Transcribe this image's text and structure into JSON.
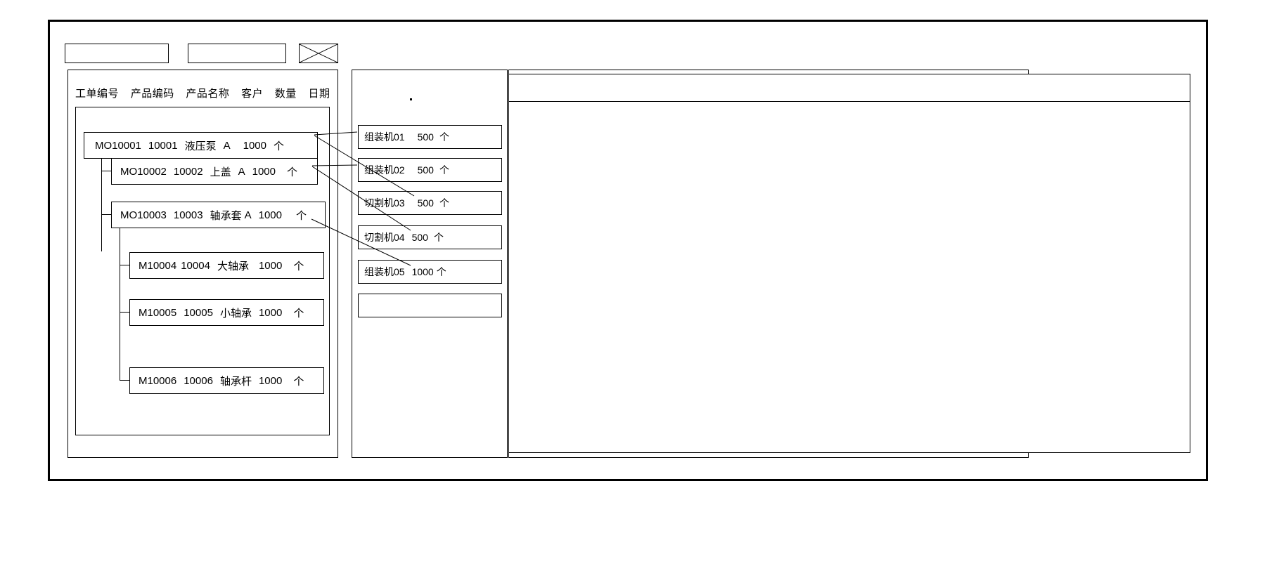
{
  "window": {
    "title": ""
  },
  "toolbar": {
    "boxes": [
      {
        "name": "toolbar-field-1",
        "label": ""
      },
      {
        "name": "toolbar-field-2",
        "label": ""
      }
    ],
    "close_icon": "x-box-icon"
  },
  "left_panel": {
    "column_headers": [
      "工单编号",
      "产品编码",
      "产品名称",
      "客户",
      "数量",
      "日期"
    ],
    "tree": [
      {
        "level": 0,
        "order_no": "MO10001",
        "product_code": "10001",
        "product_name": "液压泵",
        "customer": "A",
        "quantity": "1000",
        "unit": "个"
      },
      {
        "level": 1,
        "order_no": "MO10002",
        "product_code": "10002",
        "product_name": "上盖",
        "customer": "A",
        "quantity": "1000",
        "unit": "个"
      },
      {
        "level": 1,
        "order_no": "MO10003",
        "product_code": "10003",
        "product_name": "轴承套",
        "customer": "A",
        "quantity": "1000",
        "unit": "个"
      },
      {
        "level": 2,
        "order_no": "M10004",
        "product_code": "10004",
        "product_name": "大轴承",
        "customer": "",
        "quantity": "1000",
        "unit": "个"
      },
      {
        "level": 2,
        "order_no": "M10005",
        "product_code": "10005",
        "product_name": "小轴承",
        "customer": "",
        "quantity": "1000",
        "unit": "个"
      },
      {
        "level": 2,
        "order_no": "M10006",
        "product_code": "10006",
        "product_name": "轴承杆",
        "customer": "",
        "quantity": "1000",
        "unit": "个"
      }
    ]
  },
  "middle_panel": {
    "machines": [
      {
        "name": "组装机01",
        "quantity": "500",
        "unit": "个"
      },
      {
        "name": "组装机02",
        "quantity": "500",
        "unit": "个"
      },
      {
        "name": "切割机03",
        "quantity": "500",
        "unit": "个"
      },
      {
        "name": "切割机04",
        "quantity": "500",
        "unit": "个"
      },
      {
        "name": "组装机05",
        "quantity": "1000",
        "unit": "个"
      },
      {
        "name": "",
        "quantity": "",
        "unit": ""
      }
    ]
  },
  "right_panel": {
    "header_row": "",
    "rows": []
  },
  "colors": {
    "line": "#000000",
    "background": "#ffffff"
  }
}
